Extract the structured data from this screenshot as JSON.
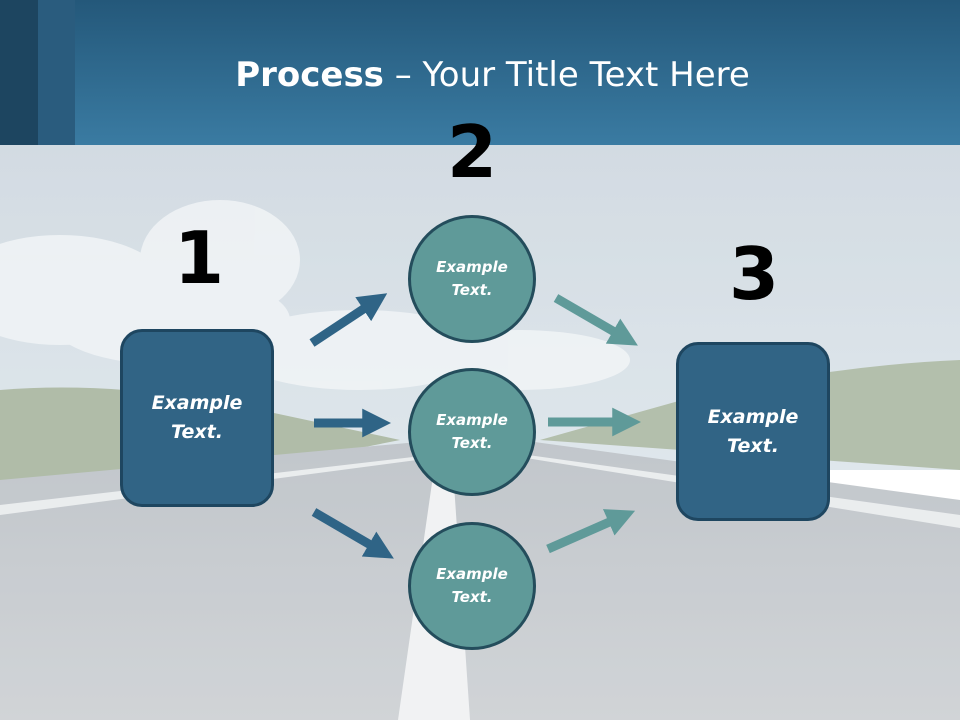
{
  "title": {
    "bold": "Process",
    "rest": " – Your Title Text Here"
  },
  "numbers": [
    "1",
    "2",
    "3"
  ],
  "nodes": {
    "left_box": "Example Text.",
    "circle_top": "Example Text.",
    "circle_middle": "Example Text.",
    "circle_bottom": "Example Text.",
    "right_box": "Example Text."
  },
  "colors": {
    "header": "#3a7ba2",
    "box_fill": "#316485",
    "circle_fill": "#5f9a99",
    "arrow_dark": "#2f6486",
    "arrow_teal": "#5f9a99"
  }
}
